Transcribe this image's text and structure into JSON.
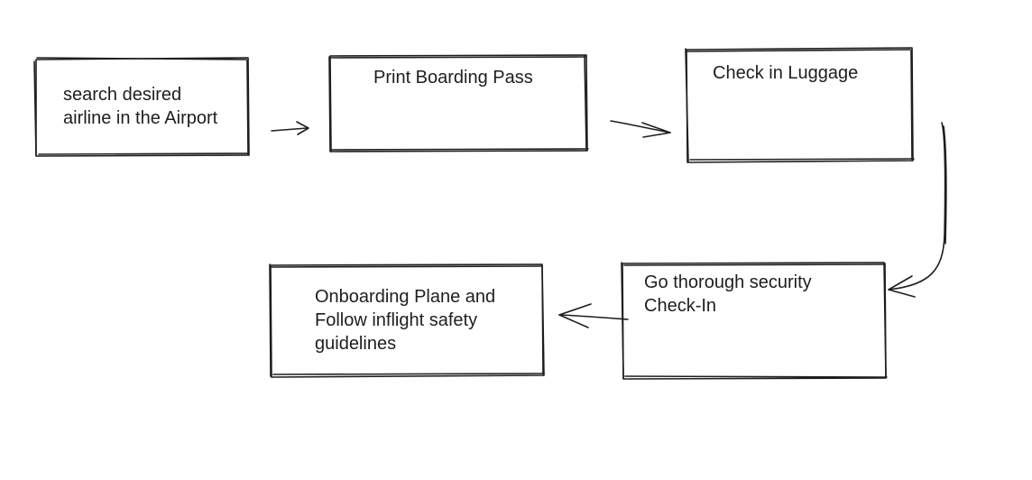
{
  "diagram": {
    "stroke_color": "#1e1e1e",
    "background": "#ffffff",
    "steps": [
      {
        "id": "step-1",
        "label": "search desired\nairline in the Airport"
      },
      {
        "id": "step-2",
        "label": "Print Boarding Pass"
      },
      {
        "id": "step-3",
        "label": "Check in Luggage"
      },
      {
        "id": "step-4",
        "label": "Go thorough security\nCheck-In"
      },
      {
        "id": "step-5",
        "label": "Onboarding Plane and\nFollow inflight safety\nguidelines"
      }
    ],
    "connections": [
      {
        "from": "step-1",
        "to": "step-2"
      },
      {
        "from": "step-2",
        "to": "step-3"
      },
      {
        "from": "step-3",
        "to": "step-4"
      },
      {
        "from": "step-4",
        "to": "step-5"
      }
    ]
  }
}
